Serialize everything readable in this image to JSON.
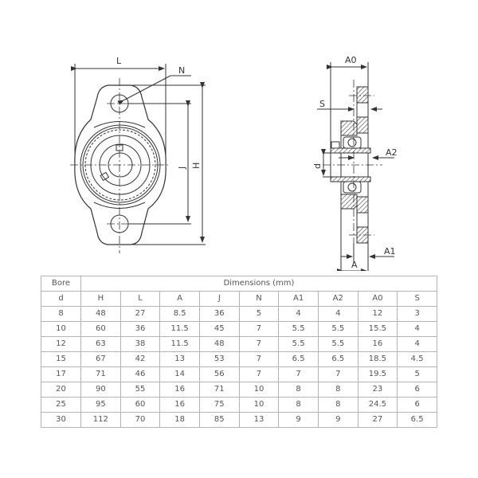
{
  "drawing": {
    "front_view_labels": {
      "L": "L",
      "N": "N",
      "J": "J",
      "H": "H"
    },
    "side_view_labels": {
      "A0": "A0",
      "S": "S",
      "A2": "A2",
      "d": "d",
      "A1": "A1",
      "A": "A"
    }
  },
  "table": {
    "bore_header": "Bore",
    "dimensions_header": "Dimensions (mm)",
    "columns": [
      "d",
      "H",
      "L",
      "A",
      "J",
      "N",
      "A1",
      "A2",
      "A0",
      "S"
    ],
    "rows": [
      [
        "8",
        "48",
        "27",
        "8.5",
        "36",
        "5",
        "4",
        "4",
        "12",
        "3"
      ],
      [
        "10",
        "60",
        "36",
        "11.5",
        "45",
        "7",
        "5.5",
        "5.5",
        "15.5",
        "4"
      ],
      [
        "12",
        "63",
        "38",
        "11.5",
        "48",
        "7",
        "5.5",
        "5.5",
        "16",
        "4"
      ],
      [
        "15",
        "67",
        "42",
        "13",
        "53",
        "7",
        "6.5",
        "6.5",
        "18.5",
        "4.5"
      ],
      [
        "17",
        "71",
        "46",
        "14",
        "56",
        "7",
        "7",
        "7",
        "19.5",
        "5"
      ],
      [
        "20",
        "90",
        "55",
        "16",
        "71",
        "10",
        "8",
        "8",
        "23",
        "6"
      ],
      [
        "25",
        "95",
        "60",
        "16",
        "75",
        "10",
        "8",
        "8",
        "24.5",
        "6"
      ],
      [
        "30",
        "112",
        "70",
        "18",
        "85",
        "13",
        "9",
        "9",
        "27",
        "6.5"
      ]
    ]
  }
}
